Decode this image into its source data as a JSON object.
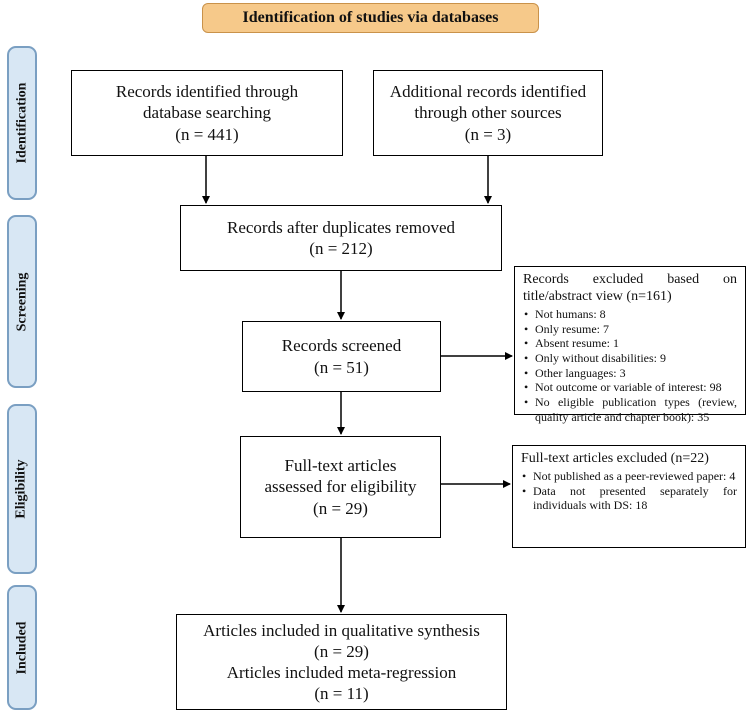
{
  "header": {
    "title": "Identification of studies via databases"
  },
  "phases": {
    "identification": "Identification",
    "screening": "Screening",
    "eligibility": "Eligibility",
    "included": "Included"
  },
  "boxes": {
    "records_identified": {
      "line1": "Records identified through",
      "line2": "database searching",
      "line3": "(n = 441)"
    },
    "additional_records": {
      "line1": "Additional records identified",
      "line2": "through other sources",
      "line3": "(n = 3)"
    },
    "after_duplicates": {
      "line1": "Records after duplicates removed",
      "line2": "(n = 212)"
    },
    "screened": {
      "line1": "Records screened",
      "line2": "(n = 51)"
    },
    "full_text": {
      "line1": "Full-text articles",
      "line2": "assessed for eligibility",
      "line3": "(n = 29)"
    },
    "included": {
      "line1": "Articles included in qualitative synthesis",
      "line2": "(n = 29)",
      "line3": "Articles included meta-regression",
      "line4": "(n = 11)"
    }
  },
  "excluded_screening": {
    "title": "Records excluded based on title/abstract view (n=161)",
    "items": [
      "Not humans: 8",
      "Only resume: 7",
      "Absent resume: 1",
      "Only without disabilities: 9",
      "Other languages: 3",
      "Not outcome or variable of interest: 98",
      "No eligible publication types (review, quality article and chapter book): 35"
    ]
  },
  "excluded_fulltext": {
    "title": "Full-text articles excluded (n=22)",
    "items": [
      "Not published as a peer-reviewed paper: 4",
      "Data not presented separately for individuals with DS: 18"
    ]
  }
}
